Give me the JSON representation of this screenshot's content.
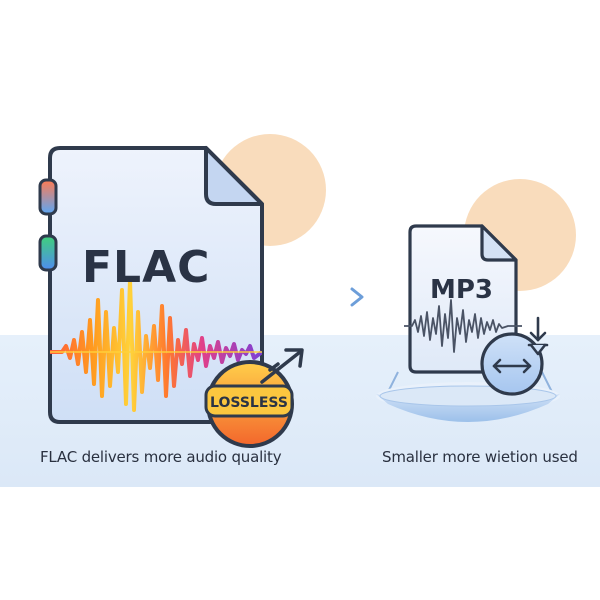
{
  "flac_file": {
    "format_label": "FLAC",
    "badge_label": "LOSSLESS",
    "caption": "FLAC delivers more audio quality"
  },
  "mp3_file": {
    "format_label": "MP3",
    "caption": "Smaller more wietion used"
  },
  "colors": {
    "band_background": "#e4effb",
    "file_fill": "#dce8f9",
    "file_outline": "#2f3a4c",
    "sun_peach": "#f9dcbc",
    "badge_orange": "#f5a431",
    "arrow_blue": "#7aa9de"
  },
  "icons": [
    "flac-file-icon",
    "mp3-file-icon",
    "waveform-icon",
    "diagonal-arrow-icon",
    "horizontal-swap-icon",
    "download-arrow-icon",
    "conversion-arrow-icon"
  ]
}
